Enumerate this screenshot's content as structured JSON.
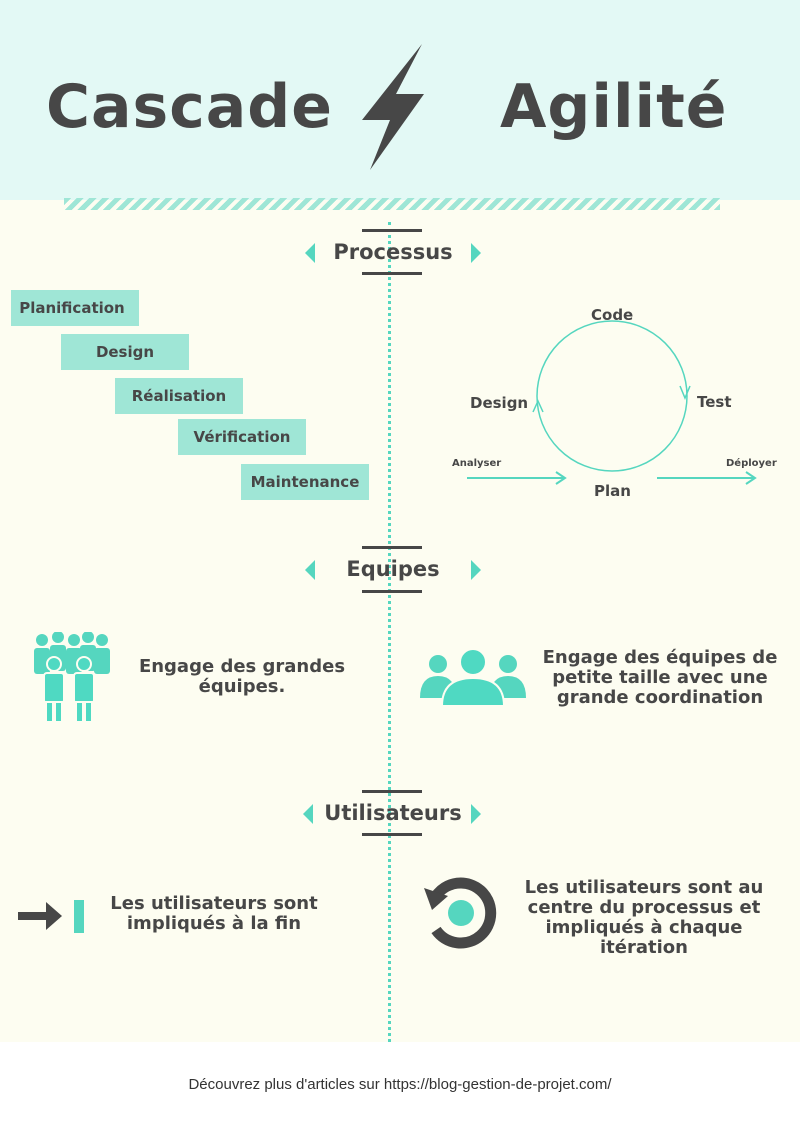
{
  "header": {
    "left_title": "Cascade",
    "right_title": "Agilité",
    "divider_icon": "lightning-bolt-icon"
  },
  "sections": {
    "processus": "Processus",
    "equipes": "Equipes",
    "utilisateurs": "Utilisateurs"
  },
  "waterfall": {
    "steps": [
      "Planification",
      "Design",
      "Réalisation",
      "Vérification",
      "Maintenance"
    ]
  },
  "agile_cycle": {
    "top": "Code",
    "right": "Test",
    "left": "Design",
    "bottom": "Plan",
    "input": "Analyser",
    "output": "Déployer"
  },
  "teams": {
    "left": "Engage des grandes équipes.",
    "right": "Engage des équipes de petite taille avec une grande coordination"
  },
  "users": {
    "left": "Les utilisateurs sont impliqués à la fin",
    "right": "Les utilisateurs sont au centre du processus et impliqués à chaque itération"
  },
  "footer": {
    "text": "Découvrez plus d'articles sur https://blog-gestion-de-projet.com/"
  },
  "colors": {
    "accent": "#55d6bf",
    "accent_light": "#9fe6d6",
    "dark": "#474747",
    "header_bg": "#e3f9f5",
    "body_bg": "#fdfdf1"
  }
}
